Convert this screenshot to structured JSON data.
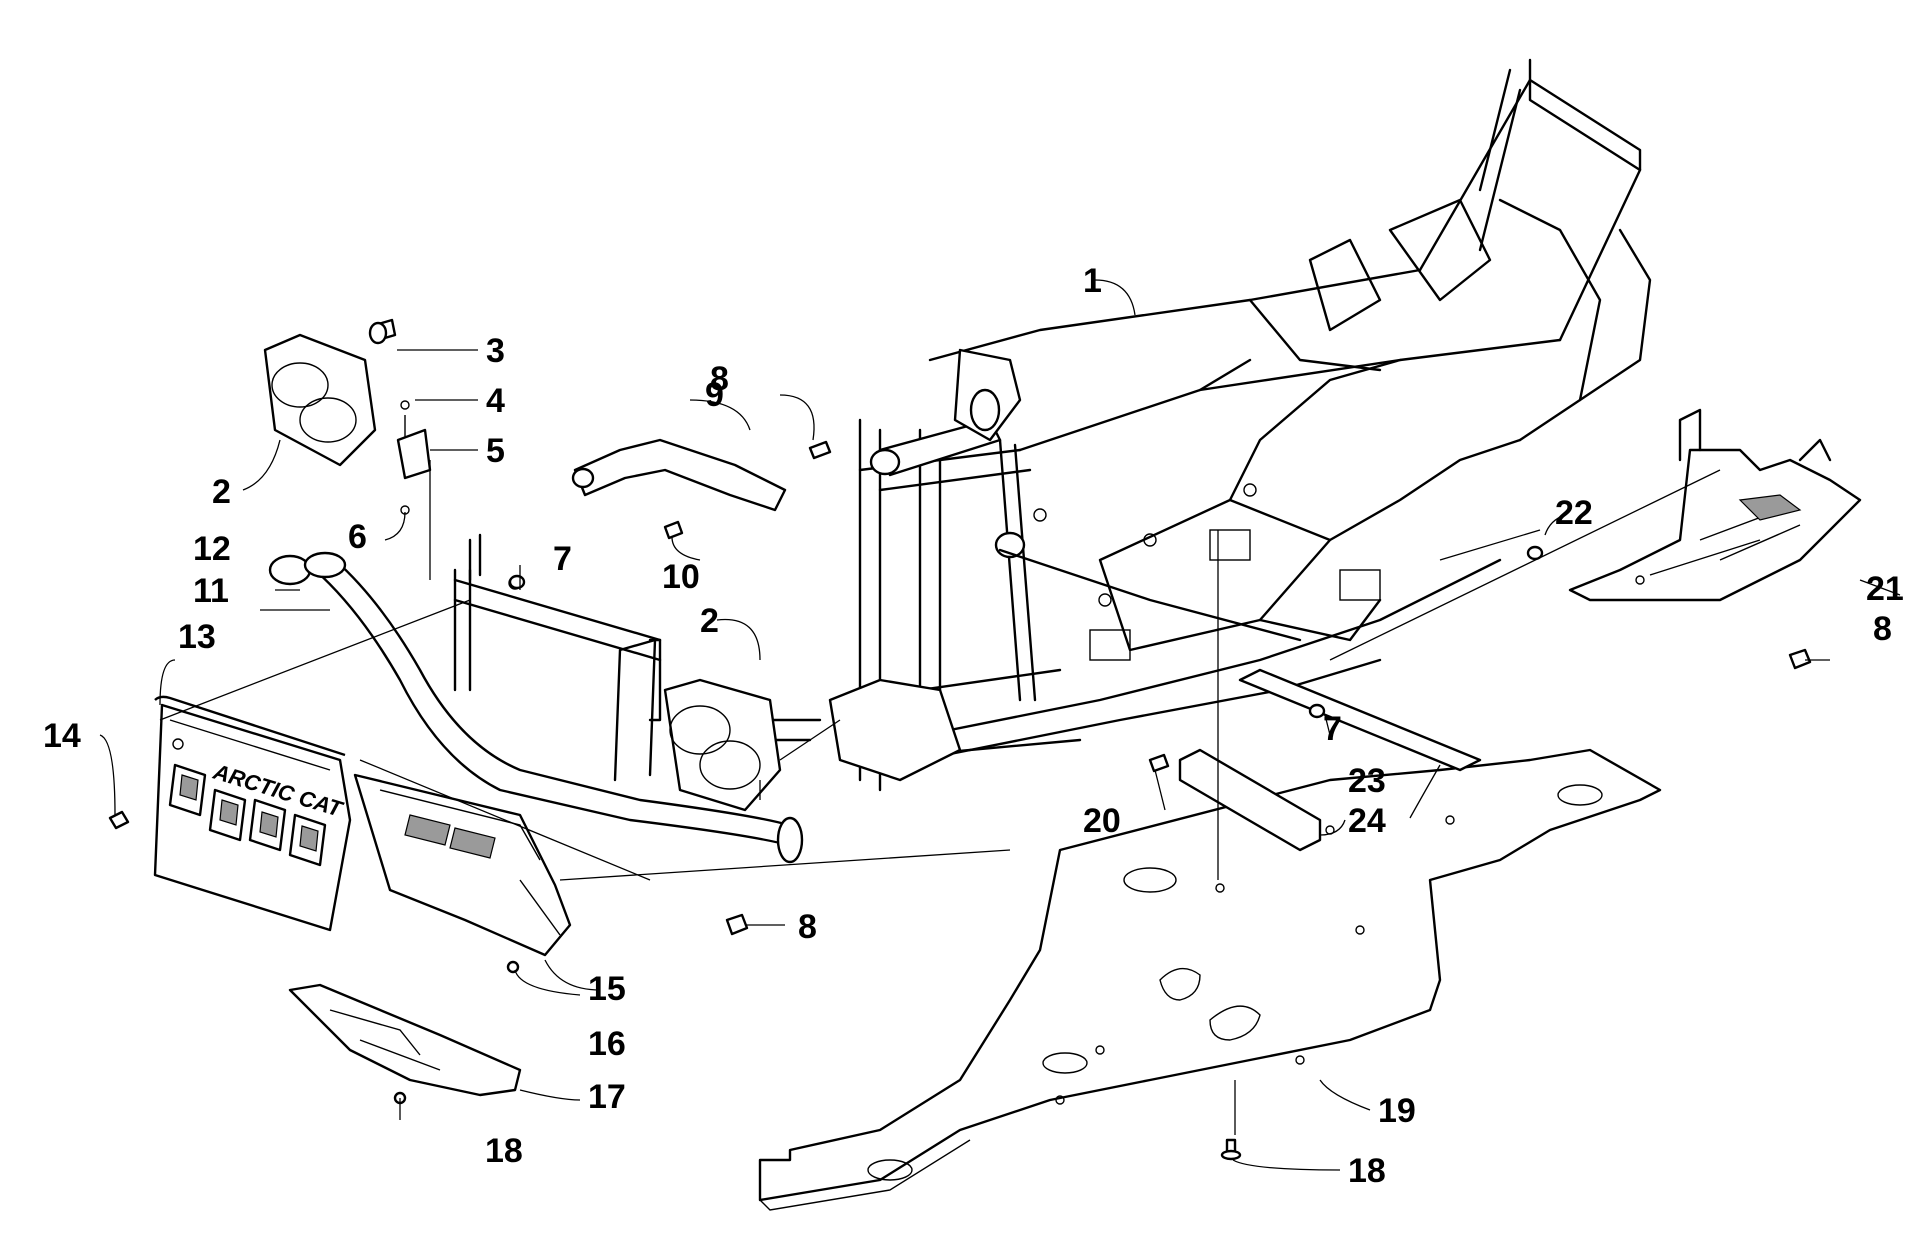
{
  "callouts": {
    "c1": "1",
    "c2a": "2",
    "c2b": "2",
    "c3": "3",
    "c4": "4",
    "c5": "5",
    "c6": "6",
    "c7a": "7",
    "c7b": "7",
    "c8a": "8",
    "c8b": "8",
    "c8c": "8",
    "c9": "9",
    "c10": "10",
    "c11": "11",
    "c12": "12",
    "c13": "13",
    "c14": "14",
    "c15": "15",
    "c16": "16",
    "c17": "17",
    "c18a": "18",
    "c18b": "18",
    "c19": "19",
    "c20": "20",
    "c21": "21",
    "c22": "22",
    "c23": "23",
    "c24": "24"
  },
  "brand_text": "ARCTIC CAT"
}
